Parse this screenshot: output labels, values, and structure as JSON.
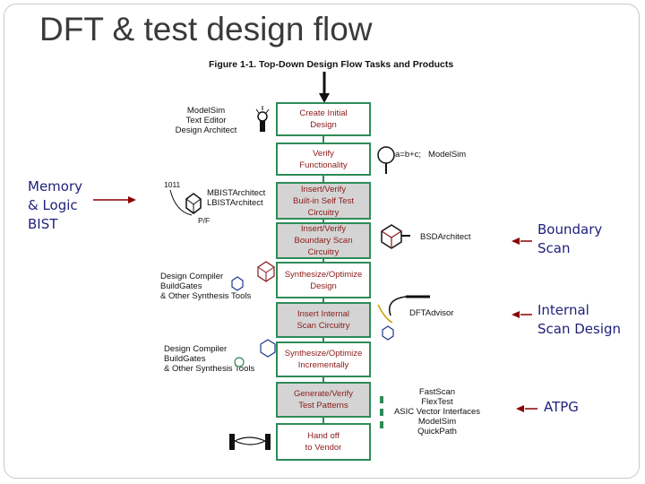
{
  "slide": {
    "title": "DFT & test design flow"
  },
  "figure": {
    "caption": "Figure 1-1. Top-Down Design Flow Tasks and Products",
    "steps": [
      {
        "label": "Create Initial\nDesign",
        "shaded": false
      },
      {
        "label": "Verify\nFunctionality",
        "shaded": false
      },
      {
        "label": "Insert/Verify\nBuilt-in Self Test\nCircuitry",
        "shaded": true
      },
      {
        "label": "Insert/Verify\nBoundary Scan\nCircuitry",
        "shaded": true
      },
      {
        "label": "Synthesize/Optimize\nDesign",
        "shaded": false
      },
      {
        "label": "Insert Internal\nScan Circuitry",
        "shaded": true
      },
      {
        "label": "Synthesize/Optimize\nIncrementally",
        "shaded": false
      },
      {
        "label": "Generate/Verify\nTest Patterns",
        "shaded": true
      },
      {
        "label": "Hand off\nto Vendor",
        "shaded": false
      }
    ],
    "tools": {
      "create": "ModelSim\nText Editor\nDesign Architect",
      "verify": "a=b+c;   ModelSim",
      "bist_code": "1011",
      "bist_tools": "MBISTArchitect\nLBISTArchitect",
      "bist_pf": "P/F",
      "bsd": "BSDArchitect",
      "synth1": "Design Compiler\nBuildGates\n& Other Synthesis Tools",
      "scan": "DFTAdvisor",
      "synth2": "Design Compiler\nBuildGates\n& Other Synthesis Tools",
      "atpg": "FastScan\nFlexTest\nASIC Vector Interfaces\nModelSim\nQuickPath"
    }
  },
  "annotations": {
    "memory_logic": "Memory\n& Logic\nBIST",
    "boundary": "Boundary\nScan",
    "internal": "Internal\nScan Design",
    "atpg": "ATPG"
  },
  "colors": {
    "box_border": "#2e8b57",
    "box_text": "#8b1a1a",
    "annotation_text": "#1f1f7a",
    "arrow": "#8b0000",
    "shaded_fill": "#d4d4d4"
  }
}
